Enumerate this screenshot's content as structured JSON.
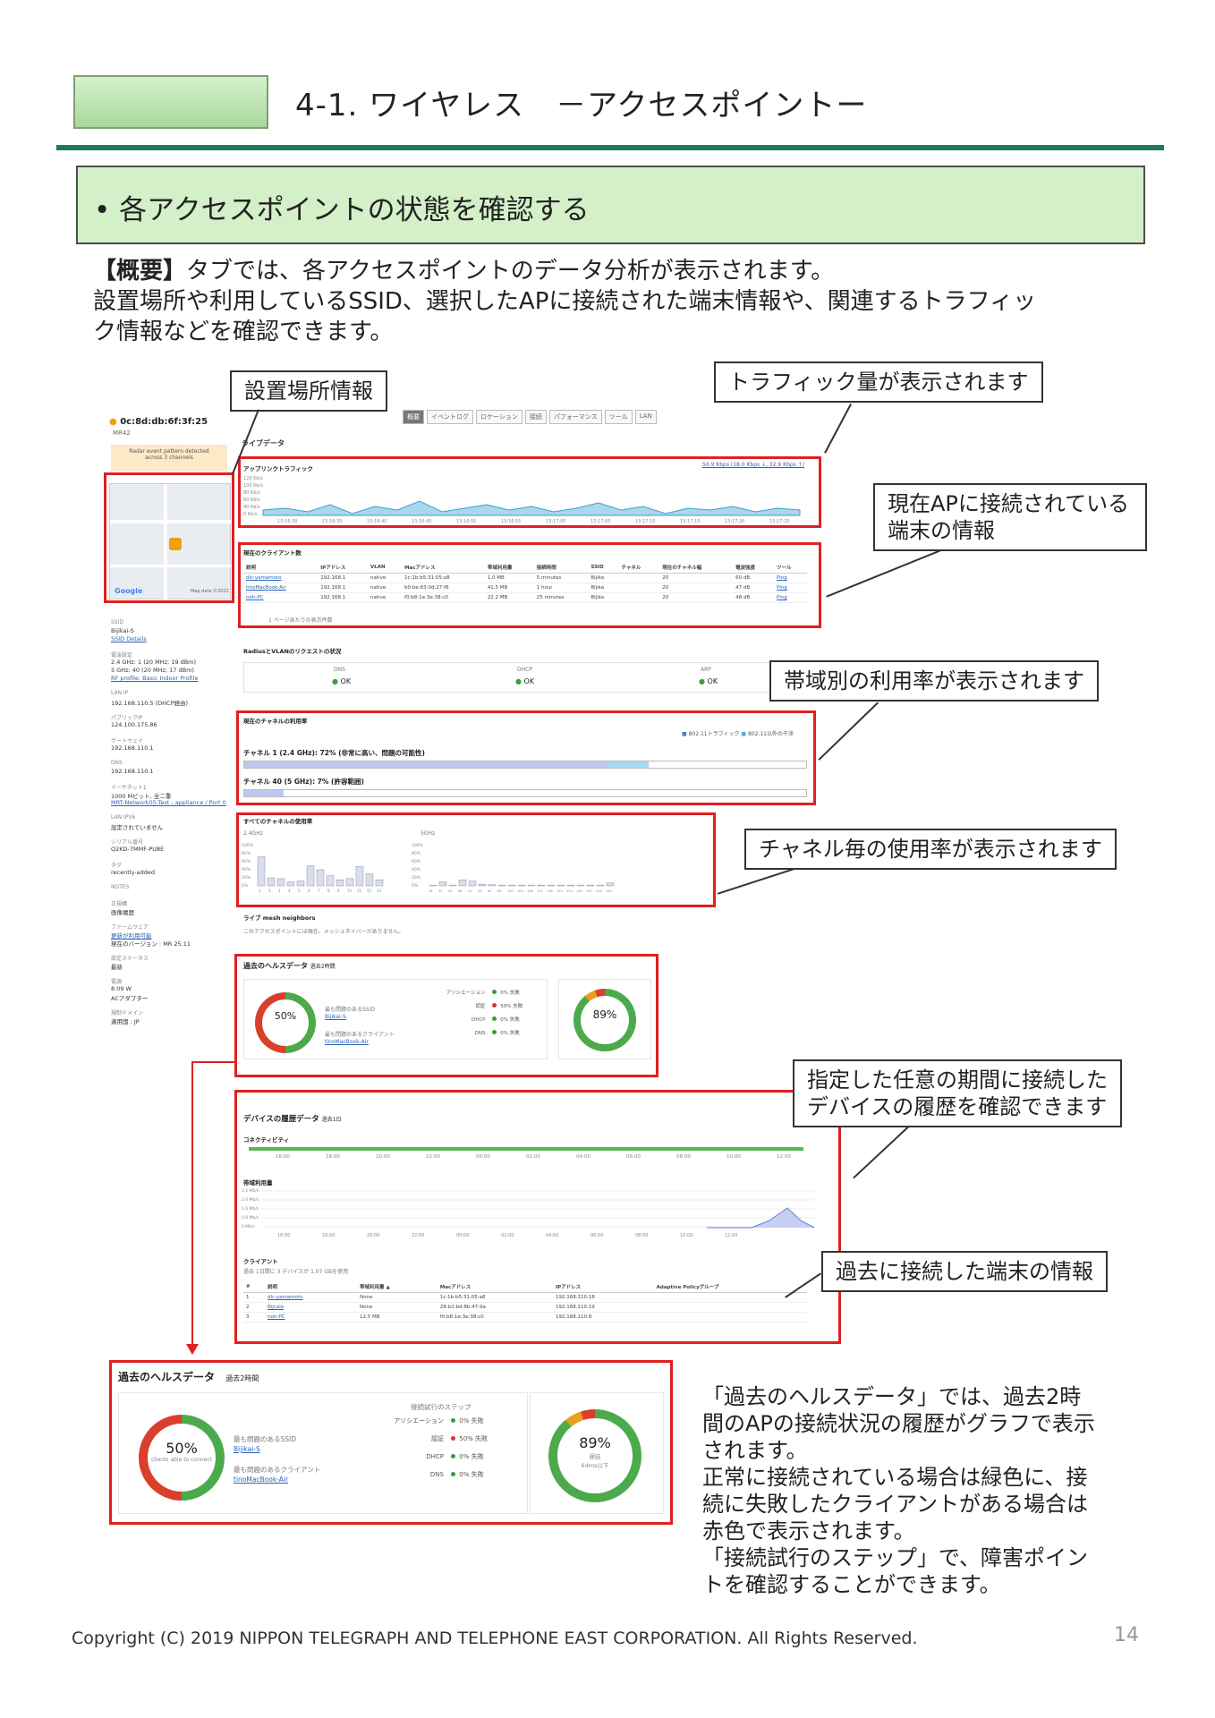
{
  "header": {
    "title": "4-1.  ワイヤレス　－アクセスポイントー"
  },
  "bullet": "• 各アクセスポイントの状態を確認する",
  "intro": {
    "bold": "【概要】",
    "line1": "タブでは、各アクセスポイントのデータ分析が表示されます。",
    "line2": "設置場所や利用しているSSID、選択したAPに接続された端末情報や、関連するトラフィッ",
    "line3": "ク情報などを確認できます。"
  },
  "callouts": {
    "location": "設置場所情報",
    "traffic": "トラフィック量が表示されます",
    "clients": [
      "現在APに接続されている",
      "端末の情報"
    ],
    "band": "帯域別の利用率が表示されます",
    "channel": "チャネル毎の使用率が表示されます",
    "history": [
      "指定した任意の期間に接続した",
      "デバイスの履歴を確認できます"
    ],
    "past_clients": "過去に接続した端末の情報"
  },
  "description": [
    "「過去のヘルスデータ」では、過去2時",
    "間のAPの接続状況の履歴がグラフで表示",
    "されます。",
    "正常に接続されている場合は緑色に、接",
    "続に失敗したクライアントがある場合は",
    "赤色で表示されます。",
    "「接続試行のステップ」で、障害ポイン",
    "トを確認することができます。"
  ],
  "footer": {
    "copyright": "Copyright (C) 2019 NIPPON TELEGRAPH AND TELEPHONE EAST CORPORATION. All Rights Reserved.",
    "page": "14"
  },
  "screenshot": {
    "ap": {
      "mac": "0c:8d:db:6f:3f:25",
      "model": "MR42",
      "radar": "Radar event pattern detected across 3 channels",
      "map_credit": "Map data ©2022",
      "google": "Google"
    },
    "sidebar": [
      {
        "label": "SSID",
        "value": "Bijikai-S",
        "link": "SSID Details"
      },
      {
        "label": "電波設定",
        "value": "2.4 GHz: 1 (20 MHz; 19 dBm)",
        "value2": "5 GHz: 40 (20 MHz; 17 dBm)",
        "value3": "RF profile: Basic Indoor Profile"
      },
      {
        "label": "LAN IP",
        "value": "192.168.110.5 (DHCP経由)"
      },
      {
        "label": "パブリックIP",
        "value": "124.100.175.86"
      },
      {
        "label": "ゲートウェイ",
        "value": "192.168.110.1"
      },
      {
        "label": "DNS",
        "value": "192.168.110.1"
      },
      {
        "label": "イーサネット1",
        "value": "1000 Mビット, 全二重",
        "value2": "MRT-Network05-Test - appliance / Port 0"
      },
      {
        "label": "LAN IPV6",
        "value": "設定されていません"
      },
      {
        "label": "シリアル番号",
        "value": "Q2KD-7MMF-PU8E"
      },
      {
        "label": "タグ",
        "value": "recently-added"
      },
      {
        "label": "NOTES",
        "value": ""
      },
      {
        "label": "正規構",
        "value": "画像履歴"
      },
      {
        "label": "ファームウェア",
        "value": "更新が利用可能",
        "value2": "現在のバージョン : MR 25.11"
      },
      {
        "label": "設定ステータス",
        "value": "最新"
      },
      {
        "label": "電源",
        "value": "8.09 W",
        "value2": "ACアダプター"
      },
      {
        "label": "規制ドメイン",
        "value": "適用国 : JP"
      }
    ],
    "tabs": [
      "概要",
      "イベントログ",
      "ロケーション",
      "接続",
      "パフォーマンス",
      "ツール",
      "LAN"
    ],
    "live_data": "ライブデータ",
    "uplink": {
      "title": "アップリンクトラフィック",
      "summary": "50.9 Kbps (18.0 Kbps ↓, 32.9 Kbps ↑)",
      "ylabels": [
        "120 Kb/s",
        "100 Kb/s",
        "80 Kb/s",
        "60 Kb/s",
        "40 Kb/s",
        "0 Kb/s"
      ],
      "xlabels": [
        "13:16:30",
        "13:16:35",
        "13:16:40",
        "13:16:45",
        "13:16:50",
        "13:16:55",
        "13:17:00",
        "13:17:05",
        "13:17:10",
        "13:17:15",
        "13:17:20",
        "13:17:25"
      ]
    },
    "current_clients": {
      "title": "現在のクライアント数",
      "headers": [
        "説明",
        "IPアドレス",
        "VLAN",
        "Macアドレス",
        "帯域利用量",
        "接続時間",
        "SSID",
        "チャネル",
        "現在のチャネル幅",
        "電波強度",
        "ツール"
      ],
      "rows": [
        [
          "dlc-yamamoto",
          "192.168.1",
          "native",
          "1c:1b:b5:31:05:a8",
          "1.0 MB",
          "5 minutes",
          "Bijika",
          "",
          "20",
          "60 dB",
          "Ping"
        ],
        [
          "tinoMacBook-Air",
          "192.168.1",
          "native",
          "b0:be:83:0d:27:f8",
          "41.5 MB",
          "1 hour",
          "Bijika",
          "",
          "20",
          "47 dB",
          "Ping"
        ],
        [
          "noh-PC",
          "192.168.1",
          "native",
          "f0:b8:1e:3e:38:c0",
          "22.2 MB",
          "25 minutes",
          "Bijika",
          "",
          "20",
          "48 dB",
          "Ping"
        ]
      ],
      "pager": "1 ページあたりの表示件数"
    },
    "radius": {
      "title": "RadiusとVLANのリクエストの状況",
      "items": [
        {
          "name": "DNS",
          "status": "OK"
        },
        {
          "name": "DHCP",
          "status": "OK"
        },
        {
          "name": "ARP",
          "status": "OK"
        }
      ]
    },
    "channel_util": {
      "title": "現在のチャネルの利用率",
      "legend": [
        "802.11トラフィック",
        "802.11以外の干渉"
      ],
      "ch1": "チャネル 1 (2.4 GHz): 72% (非常に高い、問題の可能性)",
      "ch1_value": 72,
      "ch40": "チャネル 40 (5 GHz): 7% (許容範囲)",
      "ch40_value": 7
    },
    "all_channels": {
      "title": "すべてのチャネルの使用率",
      "band24": "2.4GHz",
      "band5": "5GHz",
      "ylabels": [
        "100%",
        "80%",
        "60%",
        "40%",
        "20%",
        "0%"
      ],
      "ch24": [
        "1",
        "2",
        "3",
        "4",
        "5",
        "6",
        "7",
        "8",
        "9",
        "10",
        "11",
        "12",
        "13"
      ],
      "ch24_values": [
        72,
        20,
        18,
        10,
        12,
        50,
        40,
        25,
        15,
        18,
        48,
        30,
        15
      ],
      "ch5": [
        "36",
        "40",
        "44",
        "48",
        "52",
        "56",
        "60",
        "64",
        "100",
        "104",
        "108",
        "112",
        "116",
        "120",
        "124",
        "128",
        "132",
        "136",
        "140"
      ],
      "ch5_values": [
        0,
        10,
        2,
        15,
        12,
        4,
        3,
        2,
        2,
        2,
        2,
        2,
        2,
        2,
        2,
        2,
        2,
        2,
        7
      ]
    },
    "mesh": {
      "title": "ライブ mesh neighbors",
      "text": "このアクセスポイントには現在、メッシュネイバーがありません。"
    },
    "health_small": {
      "title": "過去のヘルスデータ",
      "period": "過去2時間"
    },
    "history": {
      "title": "デバイスの履歴データ",
      "period": "過去1日",
      "connectivity": "コネクティビティ",
      "usage": "帯域利用量",
      "usage_y": [
        "3.2 Mb/s",
        "2.4 Mb/s",
        "1.6 Mb/s",
        "0.8 Mb/s",
        "0 Mb/s"
      ],
      "xlabels": [
        "16:00",
        "18:00",
        "20:00",
        "22:00",
        "00:00",
        "02:00",
        "04:00",
        "06:00",
        "08:00",
        "10:00",
        "12:00"
      ],
      "clients_title": "クライアント",
      "clients_sub": "過去 1日間に 3 デバイスが 1.07 GBを使用",
      "headers": [
        "#",
        "説明",
        "帯域利用量 ▲",
        "Macアドレス",
        "IPアドレス",
        "Adaptive Policyグループ"
      ],
      "rows": [
        [
          "1",
          "dlc-yamamoto",
          "None",
          "1c:1b:b5:31:05:a8",
          "192.168.110.18",
          ""
        ],
        [
          "2",
          "Bijcala",
          "None",
          "28:b2:bd:8b:47:9a",
          "192.168.110.19",
          ""
        ],
        [
          "3",
          "noh-PC",
          "12.5 MB",
          "f0:b8:1e:3e:38:c0",
          "192.168.110.8",
          ""
        ]
      ]
    },
    "health": {
      "title": "過去のヘルスデータ",
      "period": "過去2時間",
      "pct": "50%",
      "pct_sub": "clients able to connect",
      "ssid_label": "最も問題のあるSSID",
      "ssid": "Bijikai-S",
      "client_label": "最も問題のあるクライアント",
      "client": "tinoMacBook-Air",
      "steps_title": "接続試行のステップ",
      "steps": [
        {
          "name": "アソシエーション",
          "result": "0% 失敗",
          "color": "#3a9e3a"
        },
        {
          "name": "認証",
          "result": "50% 失敗",
          "color": "#d8342c"
        },
        {
          "name": "DHCP",
          "result": "0% 失敗",
          "color": "#3a9e3a"
        },
        {
          "name": "DNS",
          "result": "0% 失敗",
          "color": "#3a9e3a"
        }
      ],
      "latency": "89%",
      "latency_sub": "遅延",
      "latency_sub2": "64ms以下"
    }
  }
}
